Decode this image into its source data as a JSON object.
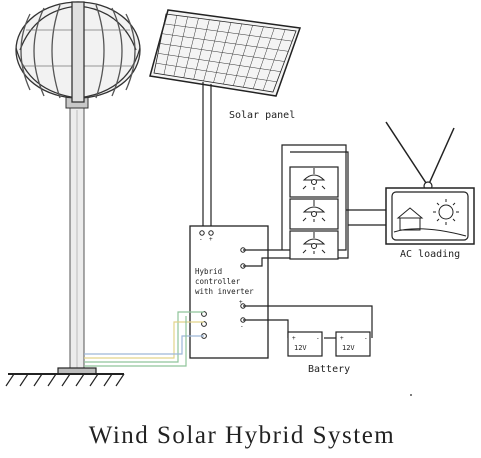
{
  "labels": {
    "solar_panel": "Solar panel",
    "ac_loading": "AC loading",
    "controller_line1": "Hybrid",
    "controller_line2": "controller",
    "controller_line3": "with inverter",
    "battery": "Battery",
    "battery_cell_1": "12V",
    "battery_cell_2": "12V",
    "caption": "Wind Solar Hybrid System"
  },
  "colors": {
    "ink": "#2b2b2b",
    "tower": "#cfcfcf",
    "wire_green": "#8fc49a",
    "wire_blue": "#9db8d8",
    "wire_yellow": "#e2d48a"
  }
}
